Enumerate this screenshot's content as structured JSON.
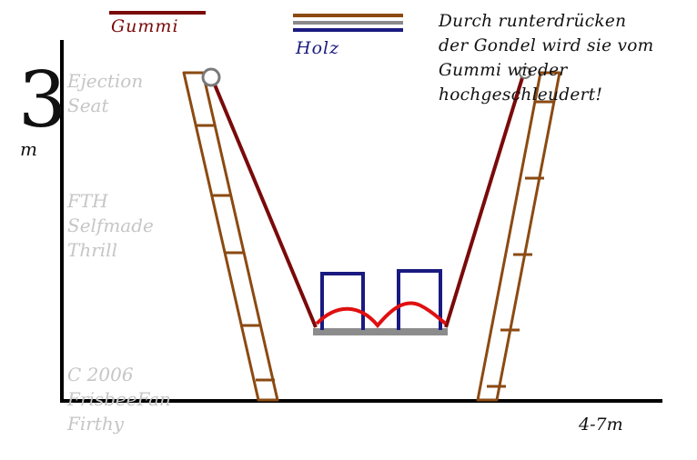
{
  "legend": {
    "gummi_label": "Gummi",
    "holz_label": "Holz"
  },
  "description": "Durch runterdrücken\nder Gondel wird sie vom\nGummi wieder\nhochgeschleudert!",
  "dimensions": {
    "height_value": "3",
    "height_unit": "m",
    "width_label": "4-7m"
  },
  "watermark": {
    "name": "Ejection\n   Seat",
    "brand": "FTH\nSelfmade\nThrill",
    "credit": "C 2006\nFrisbeeFan\nFirthy"
  },
  "colors": {
    "gummi": "#7a0a0a",
    "holz": "#8b4a12",
    "holz_stripe2": "#8a8a8a",
    "holz_stripe3": "#1a1a80",
    "seat_frame": "#1a1a80",
    "seat_spring": "#e01010",
    "platform": "#8c8c8c",
    "axis": "#000000",
    "anchor_ring": "#7a7a7a"
  }
}
